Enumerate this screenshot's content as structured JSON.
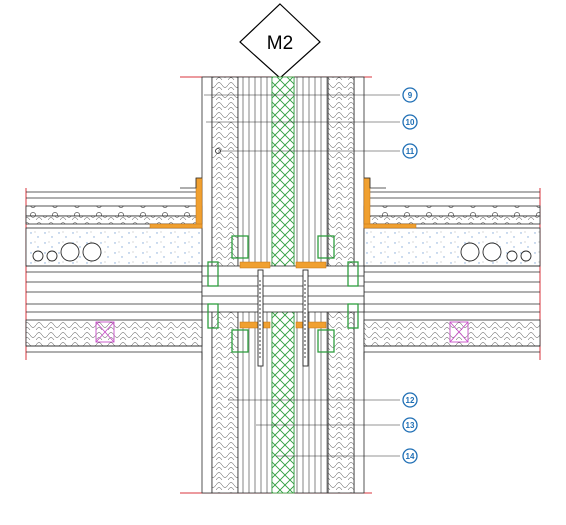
{
  "detail": {
    "title": "M2"
  },
  "callouts": [
    {
      "id": "9",
      "label": "9"
    },
    {
      "id": "10",
      "label": "10"
    },
    {
      "id": "11",
      "label": "11"
    },
    {
      "id": "12",
      "label": "12"
    },
    {
      "id": "13",
      "label": "13"
    },
    {
      "id": "14",
      "label": "14"
    }
  ],
  "colors": {
    "line": "#2a2a2a",
    "cut_red": "#d9363e",
    "membrane_green": "#2e9e3e",
    "insulation_orange": "#f0a030",
    "callout_blue": "#1f6fb5",
    "magenta": "#c84fc8",
    "light_blue_dots": "#7fa8d8"
  }
}
